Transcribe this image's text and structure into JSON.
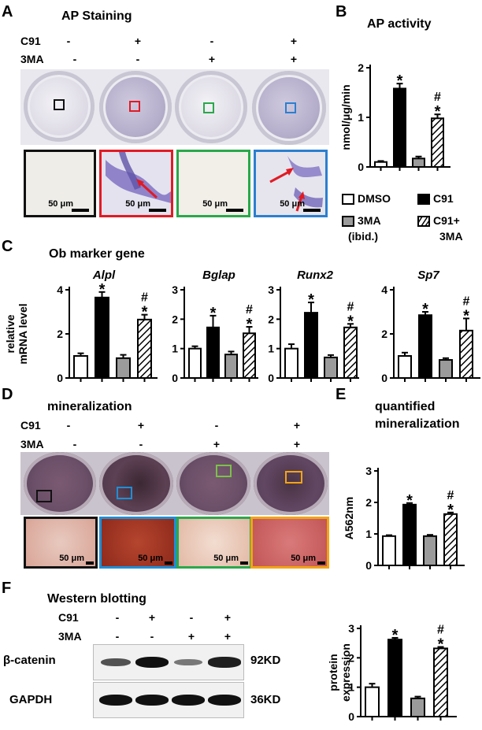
{
  "panels": {
    "A": {
      "letter": "A",
      "title": "AP Staining",
      "row_c91": {
        "label": "C91",
        "values": [
          "-",
          "+",
          "-",
          "+"
        ]
      },
      "row_3ma": {
        "label": "3MA",
        "values": [
          "-",
          "-",
          "+",
          "+"
        ]
      },
      "scale_labels": [
        "50 μm",
        "50 μm",
        "50 μm",
        "50 μm"
      ],
      "inset_colors": [
        "#111111",
        "#e01b24",
        "#2aa84a",
        "#2c7fd0"
      ]
    },
    "B": {
      "letter": "B",
      "title": "AP activity"
    },
    "C": {
      "letter": "C",
      "title": "Ob marker gene"
    },
    "D": {
      "letter": "D",
      "title": "mineralization",
      "row_c91": {
        "label": "C91",
        "values": [
          "-",
          "+",
          "-",
          "+"
        ]
      },
      "row_3ma": {
        "label": "3MA",
        "values": [
          "-",
          "-",
          "+",
          "+"
        ]
      },
      "scale_labels": [
        "50 μm",
        "50 μm",
        "50 μm",
        "50 μm"
      ],
      "inset_colors": [
        "#111111",
        "#1e8fd6",
        "#2aa84a",
        "#f2a416"
      ]
    },
    "E": {
      "letter": "E",
      "title_line1": "quantified",
      "title_line2": "mineralization"
    },
    "F": {
      "letter": "F",
      "title": "Western blotting",
      "row_c91": {
        "label": "C91",
        "values": [
          "-",
          "+",
          "-",
          "+"
        ]
      },
      "row_3ma": {
        "label": "3MA",
        "values": [
          "-",
          "-",
          "+",
          "+"
        ]
      },
      "blots": [
        {
          "protein": "β-catenin",
          "size": "92KD",
          "intensity": [
            0.55,
            1.0,
            0.3,
            0.9
          ]
        },
        {
          "protein": "GAPDH",
          "size": "36KD",
          "intensity": [
            1.0,
            1.0,
            1.0,
            1.0
          ]
        }
      ]
    }
  },
  "legend": {
    "items": [
      {
        "label": "DMSO",
        "style": "open"
      },
      {
        "label": "C91",
        "style": "black"
      },
      {
        "label": "3MA",
        "style": "gray",
        "sub": "(ibid.)"
      },
      {
        "label": "C91+",
        "style": "hatch",
        "sub": "3MA"
      }
    ]
  },
  "colors": {
    "gray_bar": "#9b9b9b",
    "black_bar": "#000000",
    "open_bar": "#ffffff"
  },
  "chart_data": [
    {
      "id": "B",
      "type": "bar",
      "title": "AP activity",
      "categories": [
        "DMSO",
        "C91",
        "3MA",
        "C91+3MA"
      ],
      "values": [
        0.1,
        1.58,
        0.17,
        0.98
      ],
      "errors": [
        0.02,
        0.1,
        0.04,
        0.08
      ],
      "ylabel": "nmol/μg/min",
      "ylim": [
        0,
        2
      ],
      "yticks": [
        0,
        1,
        2
      ],
      "marks": [
        [],
        [
          "*"
        ],
        [],
        [
          "*",
          "#"
        ]
      ]
    },
    {
      "id": "C1",
      "type": "bar",
      "title": "Alpl",
      "title_italic": true,
      "categories": [
        "DMSO",
        "C91",
        "3MA",
        "C91+3MA"
      ],
      "values": [
        1.0,
        3.65,
        0.9,
        2.65
      ],
      "errors": [
        0.12,
        0.25,
        0.15,
        0.22
      ],
      "ylabel": "relative mRNA level",
      "ylim": [
        0,
        4
      ],
      "yticks": [
        0,
        2,
        4
      ],
      "marks": [
        [],
        [
          "*"
        ],
        [],
        [
          "*",
          "#"
        ]
      ]
    },
    {
      "id": "C2",
      "type": "bar",
      "title": "Bglap",
      "title_italic": true,
      "categories": [
        "DMSO",
        "C91",
        "3MA",
        "C91+3MA"
      ],
      "values": [
        1.0,
        1.72,
        0.8,
        1.52
      ],
      "errors": [
        0.08,
        0.4,
        0.1,
        0.22
      ],
      "ylabel": "",
      "ylim": [
        0,
        3
      ],
      "yticks": [
        0,
        1,
        2,
        3
      ],
      "marks": [
        [],
        [
          "*"
        ],
        [],
        [
          "*",
          "#"
        ]
      ]
    },
    {
      "id": "C3",
      "type": "bar",
      "title": "Runx2",
      "title_italic": true,
      "categories": [
        "DMSO",
        "C91",
        "3MA",
        "C91+3MA"
      ],
      "values": [
        1.0,
        2.22,
        0.7,
        1.72
      ],
      "errors": [
        0.15,
        0.35,
        0.08,
        0.12
      ],
      "ylabel": "",
      "ylim": [
        0,
        3
      ],
      "yticks": [
        0,
        1,
        2,
        3
      ],
      "marks": [
        [],
        [
          "*"
        ],
        [],
        [
          "*",
          "#"
        ]
      ]
    },
    {
      "id": "C4",
      "type": "bar",
      "title": "Sp7",
      "title_italic": true,
      "categories": [
        "DMSO",
        "C91",
        "3MA",
        "C91+3MA"
      ],
      "values": [
        1.0,
        2.85,
        0.82,
        2.15
      ],
      "errors": [
        0.15,
        0.15,
        0.08,
        0.55
      ],
      "ylabel": "",
      "ylim": [
        0,
        4
      ],
      "yticks": [
        0,
        2,
        4
      ],
      "marks": [
        [],
        [
          "*"
        ],
        [],
        [
          "*",
          "#"
        ]
      ]
    },
    {
      "id": "E",
      "type": "bar",
      "title": "quantified mineralization",
      "categories": [
        "DMSO",
        "C91",
        "3MA",
        "C91+3MA"
      ],
      "values": [
        0.93,
        1.93,
        0.93,
        1.63
      ],
      "errors": [
        0.03,
        0.05,
        0.04,
        0.05
      ],
      "ylabel": "A562nm",
      "ylim": [
        0,
        3
      ],
      "yticks": [
        0,
        1,
        2,
        3
      ],
      "marks": [
        [],
        [
          "*"
        ],
        [],
        [
          "*",
          "#"
        ]
      ]
    },
    {
      "id": "F",
      "type": "bar",
      "title": "",
      "categories": [
        "DMSO",
        "C91",
        "3MA",
        "C91+3MA"
      ],
      "values": [
        1.0,
        2.62,
        0.62,
        2.32
      ],
      "errors": [
        0.12,
        0.06,
        0.06,
        0.05
      ],
      "ylabel": "protein expression",
      "ylim": [
        0,
        3
      ],
      "yticks": [
        0,
        1,
        2,
        3
      ],
      "marks": [
        [],
        [
          "*"
        ],
        [],
        [
          "*",
          "#"
        ]
      ]
    }
  ]
}
